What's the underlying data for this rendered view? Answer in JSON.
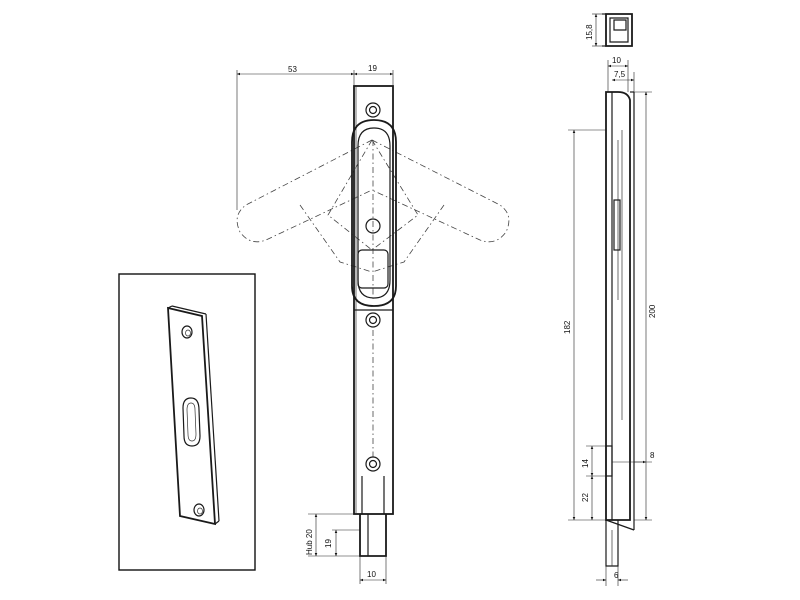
{
  "dimensions": {
    "offset_53": "53",
    "width_19": "19",
    "bolt_height_19": "19",
    "stroke_label": "Hub 20",
    "bolt_width_10": "10",
    "top_15_8": "15,8",
    "side_10": "10",
    "side_7_5": "7,5",
    "length_182": "182",
    "length_200": "200",
    "gap_14": "14",
    "gap_22": "22",
    "gap_8": "8",
    "bottom_6": "6"
  },
  "colors": {
    "line": "#1a1a1a",
    "background": "#ffffff"
  }
}
